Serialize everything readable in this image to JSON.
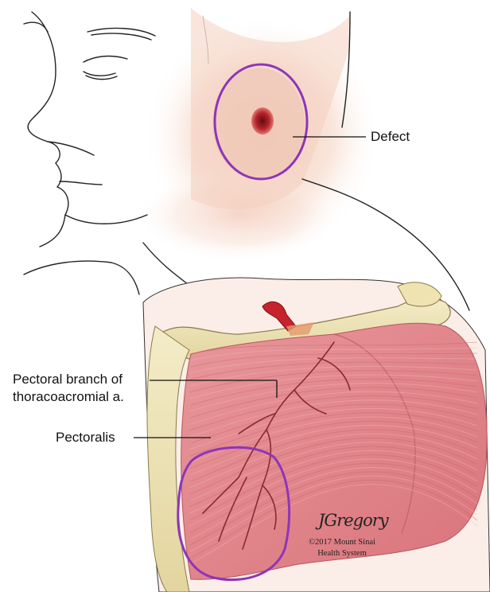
{
  "labels": {
    "defect": "Defect",
    "pectoral_branch_line1": "Pectoral branch of",
    "pectoral_branch_line2": "thoracoacromial a.",
    "pectoralis": "Pectoralis"
  },
  "credit": {
    "signature": "JGregory",
    "line1": "©2017 Mount Sinai",
    "line2": "Health System"
  },
  "colors": {
    "outline": "#8e35b8",
    "muscle": "#e28a8f",
    "bone": "#ede3b8",
    "skin": "#f6d7c8",
    "defect": "#b5232a"
  }
}
